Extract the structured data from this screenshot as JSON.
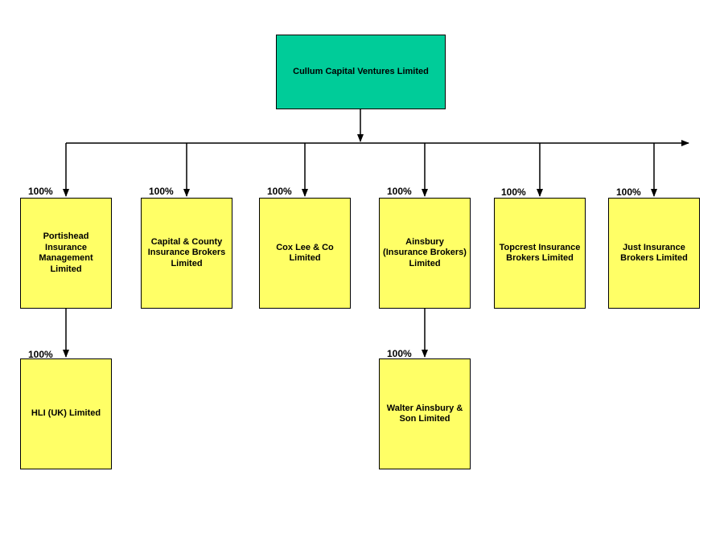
{
  "colors": {
    "parent_fill": "#00cc99",
    "subsidiary_fill": "#ffff66",
    "line": "#000000"
  },
  "parent": {
    "name": "Cullum Capital Ventures Limited"
  },
  "subsidiaries": [
    {
      "name": "Portishead Insurance Management Limited",
      "ownership": "100%"
    },
    {
      "name": "Capital & County Insurance Brokers Limited",
      "ownership": "100%"
    },
    {
      "name": "Cox Lee & Co Limited",
      "ownership": "100%"
    },
    {
      "name": "Ainsbury (Insurance Brokers) Limited",
      "ownership": "100%"
    },
    {
      "name": "Topcrest Insurance Brokers Limited",
      "ownership": "100%"
    },
    {
      "name": "Just Insurance Brokers Limited",
      "ownership": "100%"
    }
  ],
  "second_level": [
    {
      "name": "HLI (UK) Limited",
      "ownership": "100%",
      "parent": "Portishead Insurance Management Limited"
    },
    {
      "name": "Walter Ainsbury & Son Limited",
      "ownership": "100%",
      "parent": "Ainsbury (Insurance Brokers) Limited"
    }
  ]
}
